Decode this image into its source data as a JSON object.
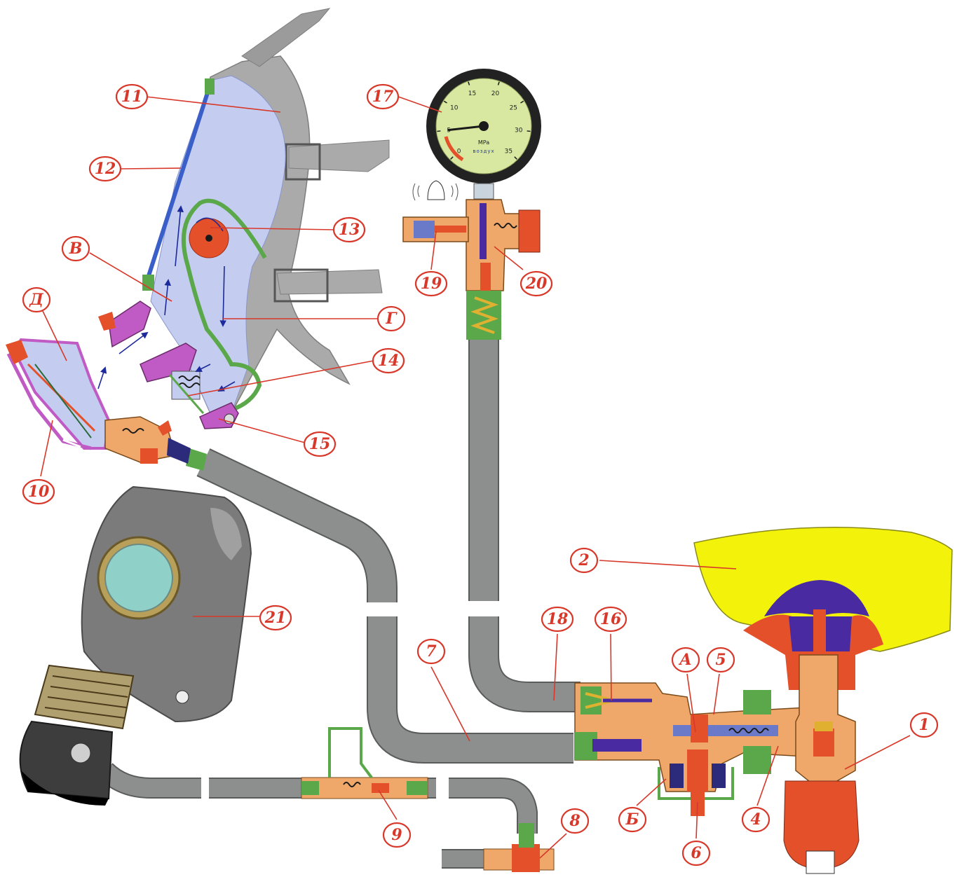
{
  "gauge": {
    "ticks": [
      "0",
      "5",
      "10",
      "15",
      "20",
      "25",
      "30",
      "35"
    ],
    "unit": "MPa",
    "label": "воздух",
    "pressure_mpa": 5
  },
  "labels": {
    "l1": "1",
    "l2": "2",
    "l4": "4",
    "l5": "5",
    "l6": "6",
    "l7": "7",
    "l8": "8",
    "l9": "9",
    "l10": "10",
    "l11": "11",
    "l12": "12",
    "l13": "13",
    "l14": "14",
    "l15": "15",
    "l16": "16",
    "l17": "17",
    "l18": "18",
    "l19": "19",
    "l20": "20",
    "l21": "21",
    "lA": "А",
    "lB": "Б",
    "lV": "В",
    "lG": "Г",
    "lD": "Д"
  },
  "colors": {
    "label_red": "#d8382a",
    "hose_grey": "#8d8f8e",
    "mask_blue": "#c4cdf0",
    "mask_shell": "#a9aaa9",
    "valve_orange": "#f0a86a",
    "valve_red": "#e4502a",
    "purple": "#c05ac4",
    "navy": "#4a2aa0",
    "cylinder_yellow": "#f2f20a",
    "green": "#5aa84a",
    "gauge_face": "#d8e8a0"
  }
}
